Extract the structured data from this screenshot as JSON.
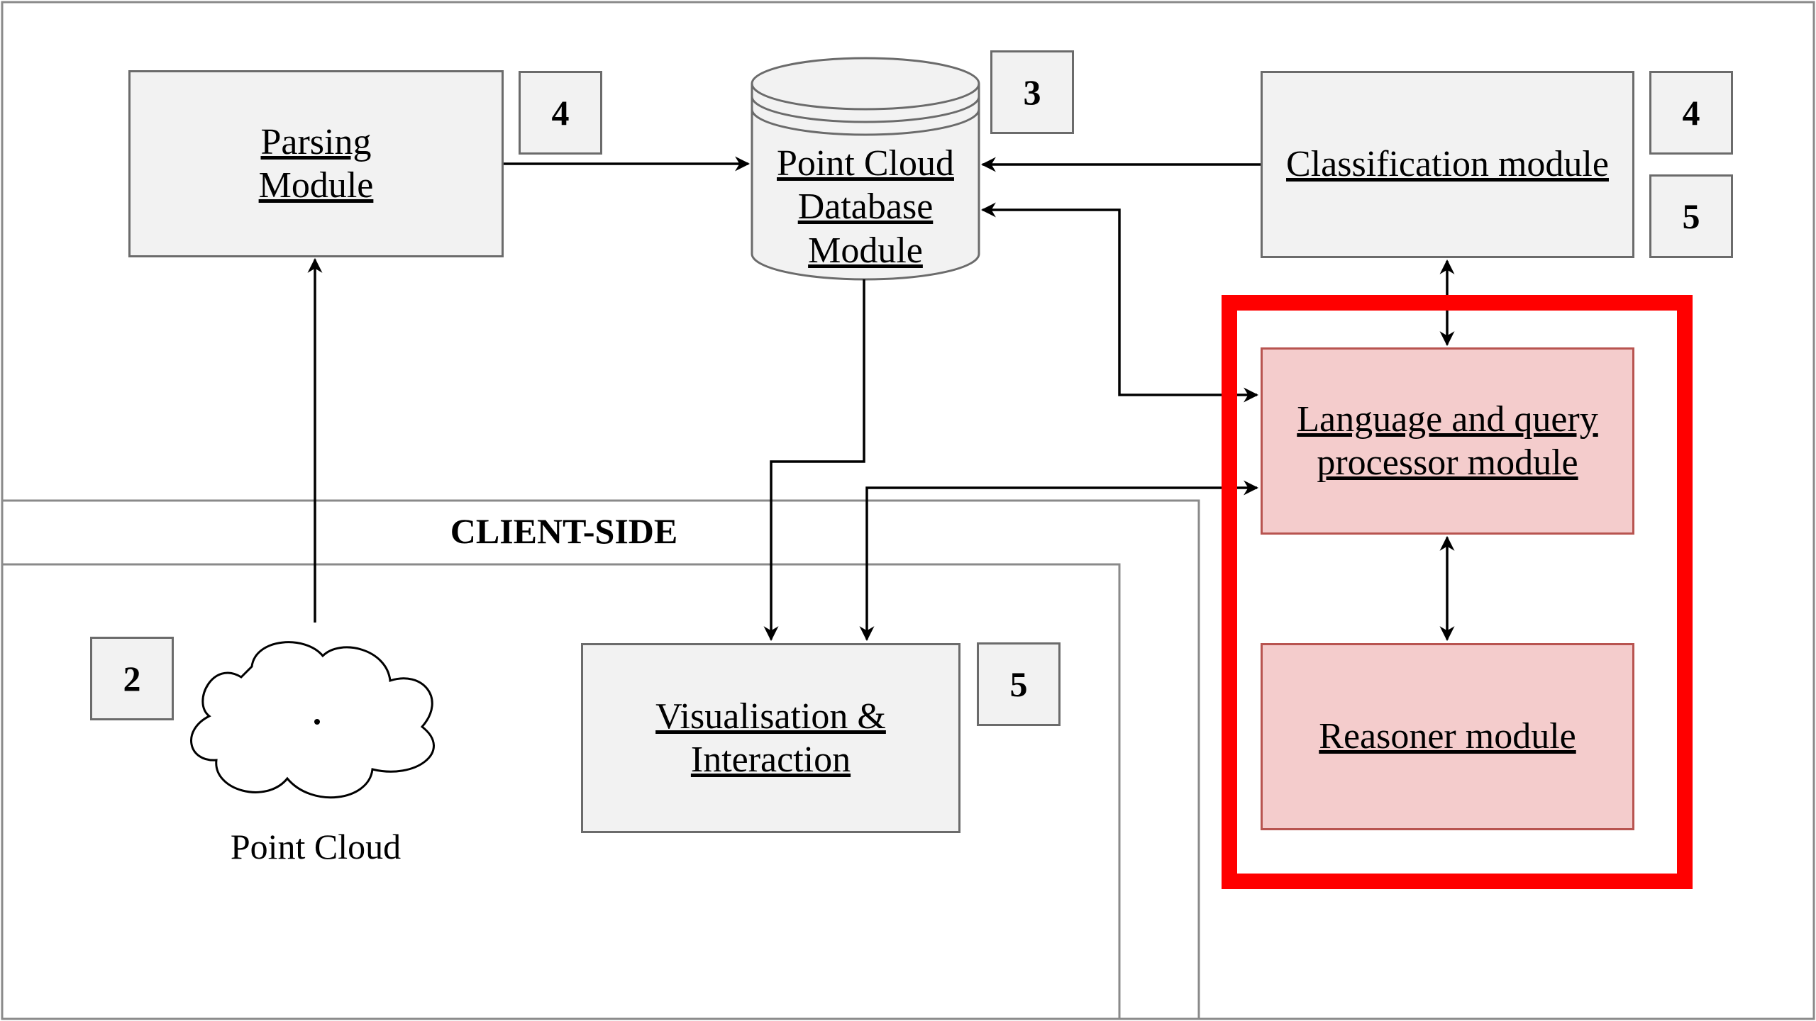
{
  "diagram": {
    "modules": {
      "parsing": "Parsing\nModule",
      "database": "Point Cloud\nDatabase\nModule",
      "classification": "Classification module",
      "language_query": "Language and query\nprocessor module",
      "reasoner": "Reasoner module",
      "visualisation": "Visualisation & \nInteraction"
    },
    "badges": {
      "parsing": "4",
      "database": "3",
      "classification_a": "4",
      "classification_b": "5",
      "point_cloud": "2",
      "visualisation": "5"
    },
    "client_side_label": "CLIENT-SIDE",
    "point_cloud_label": "Point Cloud",
    "colors": {
      "module_fill": "#f2f2f2",
      "module_border": "#6b6b6b",
      "highlight_fill": "#f4cccc",
      "highlight_border": "#b85450",
      "emphasis_frame": "#ff0000"
    }
  }
}
